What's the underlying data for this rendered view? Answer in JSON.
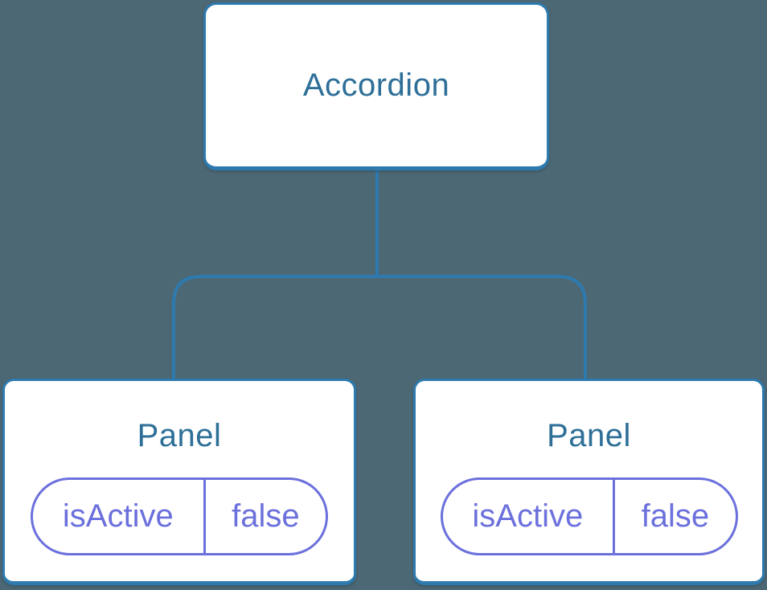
{
  "theme": {
    "background": "#4d6875",
    "connector": "#2e7aae",
    "node_bg": "#ffffff",
    "node_text": "#2e6f98",
    "prop_accent": "#6b70dc"
  },
  "tree": {
    "root": {
      "label": "Accordion"
    },
    "children": [
      {
        "label": "Panel",
        "prop": {
          "name": "isActive",
          "value": "false"
        }
      },
      {
        "label": "Panel",
        "prop": {
          "name": "isActive",
          "value": "false"
        }
      }
    ]
  }
}
